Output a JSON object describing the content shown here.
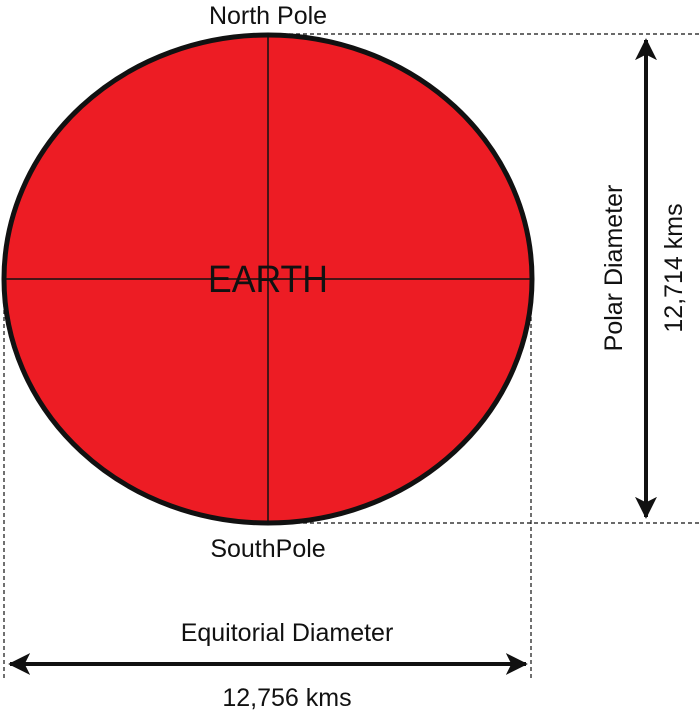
{
  "diagram": {
    "north_label": "North Pole",
    "south_label": "SouthPole",
    "center_label": "EARTH",
    "polar": {
      "label": "Polar Diameter",
      "value": "12,714 kms"
    },
    "equatorial": {
      "label": "Equitorial Diameter",
      "value": "12,756 kms"
    }
  },
  "colors": {
    "earth_fill": "#ed1c24",
    "outline": "#111111",
    "background": "#ffffff"
  }
}
